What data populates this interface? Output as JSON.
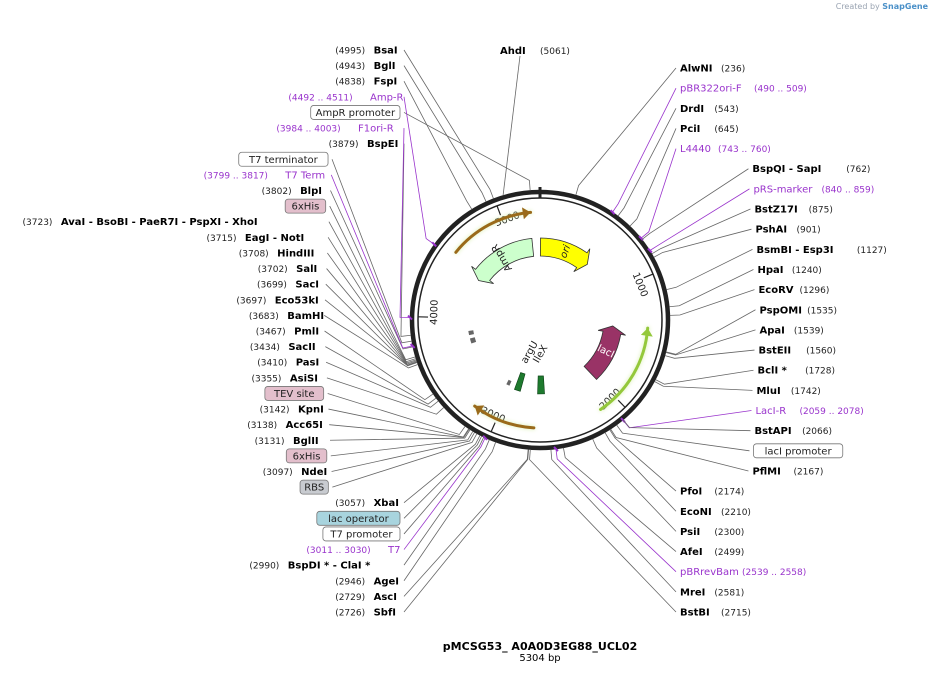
{
  "credit": {
    "prefix": "Created by",
    "brand": "SnapGene"
  },
  "map": {
    "name": "pMCSG53_ A0A0D3EG88_UCL02",
    "length_label": "5304 bp",
    "total_bp": 5304,
    "ring_ticks": [
      "1000",
      "2000",
      "3000",
      "4000",
      "5000"
    ]
  },
  "features": [
    {
      "name": "ori",
      "start": 5,
      "end": 595,
      "dir": 1,
      "kind": "rep_origin",
      "color": "#ffff00"
    },
    {
      "name": "lacI",
      "start": 1395,
      "end": 2010,
      "dir": -1,
      "kind": "cds",
      "color": "#993366"
    },
    {
      "name": "IleX",
      "start": 2600,
      "end": 2680,
      "dir": -1,
      "kind": "trna",
      "color": "#1e7a2e"
    },
    {
      "name": "argU",
      "start": 2880,
      "end": 2950,
      "dir": -1,
      "kind": "trna",
      "color": "#1e7a2e"
    },
    {
      "name": "AmpR",
      "start": 4460,
      "end": 5220,
      "dir": -1,
      "kind": "cds",
      "color": "#ccffcc"
    }
  ],
  "outer_arcs": [
    {
      "start": 1390,
      "end": 2150,
      "dir": -1,
      "color": "#94c83b"
    },
    {
      "start": 2700,
      "end": 3200,
      "dir": 1,
      "color": "#9a6a1a"
    },
    {
      "start": 4550,
      "end": 5230,
      "dir": 1,
      "color": "#9a6a1a"
    }
  ],
  "labels_right": [
    {
      "name": "AlwNI",
      "pos": "(236)",
      "bp": 236,
      "type": "enzyme"
    },
    {
      "name": "pBR322ori-F",
      "pos": "(490 .. 509)",
      "bp": 500,
      "type": "primer"
    },
    {
      "name": "DrdI",
      "pos": "(543)",
      "bp": 543,
      "type": "enzyme"
    },
    {
      "name": "PciI",
      "pos": "(645)",
      "bp": 645,
      "type": "enzyme"
    },
    {
      "name": "L4440",
      "pos": "(743 .. 760)",
      "bp": 751,
      "type": "primer"
    },
    {
      "name": "BspQI  - SapI",
      "pos": "(762)",
      "bp": 762,
      "type": "enzyme"
    },
    {
      "name": "pRS-marker",
      "pos": "(840 .. 859)",
      "bp": 850,
      "type": "primer"
    },
    {
      "name": "BstZ17I",
      "pos": "(875)",
      "bp": 875,
      "type": "enzyme"
    },
    {
      "name": "PshAI",
      "pos": "(901)",
      "bp": 901,
      "type": "enzyme"
    },
    {
      "name": "BsmBI  - Esp3I",
      "pos": "(1127)",
      "bp": 1127,
      "type": "enzyme"
    },
    {
      "name": "HpaI",
      "pos": "(1240)",
      "bp": 1240,
      "type": "enzyme"
    },
    {
      "name": "EcoRV",
      "pos": "(1296)",
      "bp": 1296,
      "type": "enzyme"
    },
    {
      "name": "PspOMI",
      "pos": "(1535)",
      "bp": 1535,
      "type": "enzyme"
    },
    {
      "name": "ApaI",
      "pos": "(1539)",
      "bp": 1539,
      "type": "enzyme"
    },
    {
      "name": "BstEII",
      "pos": "(1560)",
      "bp": 1560,
      "type": "enzyme"
    },
    {
      "name": "BclI *",
      "pos": "(1728)",
      "bp": 1728,
      "type": "enzyme"
    },
    {
      "name": "MluI",
      "pos": "(1742)",
      "bp": 1742,
      "type": "enzyme"
    },
    {
      "name": "LacI-R",
      "pos": "(2059 .. 2078)",
      "bp": 2068,
      "type": "primer"
    },
    {
      "name": "BstAPI",
      "pos": "(2066)",
      "bp": 2066,
      "type": "enzyme"
    },
    {
      "name": "lacI promoter",
      "pos": "",
      "bp": 2120,
      "type": "box_white"
    },
    {
      "name": "PflMI",
      "pos": "(2167)",
      "bp": 2167,
      "type": "enzyme"
    },
    {
      "name": "PfoI",
      "pos": "(2174)",
      "bp": 2174,
      "type": "enzyme"
    },
    {
      "name": "EcoNI",
      "pos": "(2210)",
      "bp": 2210,
      "type": "enzyme"
    },
    {
      "name": "PsiI",
      "pos": "(2300)",
      "bp": 2300,
      "type": "enzyme"
    },
    {
      "name": "AfeI",
      "pos": "(2499)",
      "bp": 2499,
      "type": "enzyme"
    },
    {
      "name": "pBRrevBam",
      "pos": "(2539 .. 2558)",
      "bp": 2548,
      "type": "primer"
    },
    {
      "name": "MreI",
      "pos": "(2581)",
      "bp": 2581,
      "type": "enzyme"
    },
    {
      "name": "BstBI",
      "pos": "(2715)",
      "bp": 2715,
      "type": "enzyme"
    }
  ],
  "labels_left": [
    {
      "name": "SbfI",
      "pos": "(2726)",
      "bp": 2726,
      "type": "enzyme"
    },
    {
      "name": "AscI",
      "pos": "(2729)",
      "bp": 2729,
      "type": "enzyme"
    },
    {
      "name": "AgeI",
      "pos": "(2946)",
      "bp": 2946,
      "type": "enzyme"
    },
    {
      "name": "BspDI *  - ClaI *",
      "pos": "(2990)",
      "bp": 2990,
      "type": "enzyme"
    },
    {
      "name": "T7",
      "pos": "(3011 .. 3030)",
      "bp": 3020,
      "type": "primer"
    },
    {
      "name": "T7 promoter",
      "pos": "",
      "bp": 3030,
      "type": "box_white"
    },
    {
      "name": "lac operator",
      "pos": "",
      "bp": 3045,
      "type": "box_blue"
    },
    {
      "name": "XbaI",
      "pos": "(3057)",
      "bp": 3057,
      "type": "enzyme"
    },
    {
      "name": "RBS",
      "pos": "",
      "bp": 3080,
      "type": "box_gray"
    },
    {
      "name": "NdeI",
      "pos": "(3097)",
      "bp": 3097,
      "type": "enzyme"
    },
    {
      "name": "6xHis",
      "pos": "",
      "bp": 3110,
      "type": "box_pink"
    },
    {
      "name": "BglII",
      "pos": "(3131)",
      "bp": 3131,
      "type": "enzyme"
    },
    {
      "name": "Acc65I",
      "pos": "(3138)",
      "bp": 3138,
      "type": "enzyme"
    },
    {
      "name": "KpnI",
      "pos": "(3142)",
      "bp": 3142,
      "type": "enzyme"
    },
    {
      "name": "TEV site",
      "pos": "",
      "bp": 3170,
      "type": "box_pink"
    },
    {
      "name": "AsiSI",
      "pos": "(3355)",
      "bp": 3355,
      "type": "enzyme"
    },
    {
      "name": "PasI",
      "pos": "(3410)",
      "bp": 3410,
      "type": "enzyme"
    },
    {
      "name": "SacII",
      "pos": "(3434)",
      "bp": 3434,
      "type": "enzyme"
    },
    {
      "name": "PmlI",
      "pos": "(3467)",
      "bp": 3467,
      "type": "enzyme"
    },
    {
      "name": "BamHI",
      "pos": "(3683)",
      "bp": 3683,
      "type": "enzyme"
    },
    {
      "name": "Eco53kI",
      "pos": "(3697)",
      "bp": 3697,
      "type": "enzyme"
    },
    {
      "name": "SacI",
      "pos": "(3699)",
      "bp": 3699,
      "type": "enzyme"
    },
    {
      "name": "SalI",
      "pos": "(3702)",
      "bp": 3702,
      "type": "enzyme"
    },
    {
      "name": "HindIII",
      "pos": "(3708)",
      "bp": 3708,
      "type": "enzyme"
    },
    {
      "name": "EagI  - NotI",
      "pos": "(3715)",
      "bp": 3715,
      "type": "enzyme"
    },
    {
      "name": "AvaI  - BsoBI  - PaeR7I  - PspXI  - XhoI",
      "pos": "(3723)",
      "bp": 3723,
      "type": "enzyme"
    },
    {
      "name": "6xHis",
      "pos": "",
      "bp": 3735,
      "type": "box_pink"
    },
    {
      "name": "BlpI",
      "pos": "(3802)",
      "bp": 3802,
      "type": "enzyme"
    },
    {
      "name": "T7 Term",
      "pos": "(3799 .. 3817)",
      "bp": 3808,
      "type": "primer"
    },
    {
      "name": "T7 terminator",
      "pos": "",
      "bp": 3840,
      "type": "box_white"
    },
    {
      "name": "BspEI",
      "pos": "(3879)",
      "bp": 3879,
      "type": "enzyme"
    },
    {
      "name": "F1ori-R",
      "pos": "(3984 .. 4003)",
      "bp": 3994,
      "type": "primer"
    },
    {
      "name": "AmpR promoter",
      "pos": "",
      "bp": 5240,
      "type": "box_white"
    },
    {
      "name": "Amp-R",
      "pos": "(4492 .. 4511)",
      "bp": 4502,
      "type": "primer"
    },
    {
      "name": "FspI",
      "pos": "(4838)",
      "bp": 4838,
      "type": "enzyme"
    },
    {
      "name": "BglI",
      "pos": "(4943)",
      "bp": 4943,
      "type": "enzyme"
    },
    {
      "name": "BsaI",
      "pos": "(4995)",
      "bp": 4995,
      "type": "enzyme"
    }
  ],
  "labels_top": [
    {
      "name": "AhdI",
      "pos": "(5061)",
      "bp": 5061,
      "type": "enzyme"
    }
  ],
  "colors": {
    "primer": "#9933cc",
    "enzyme": "#000000",
    "box_pink": "#e3bfcc",
    "box_blue": "#a8d4de",
    "box_gray": "#c8cbd0",
    "box_white": "#ffffff"
  }
}
